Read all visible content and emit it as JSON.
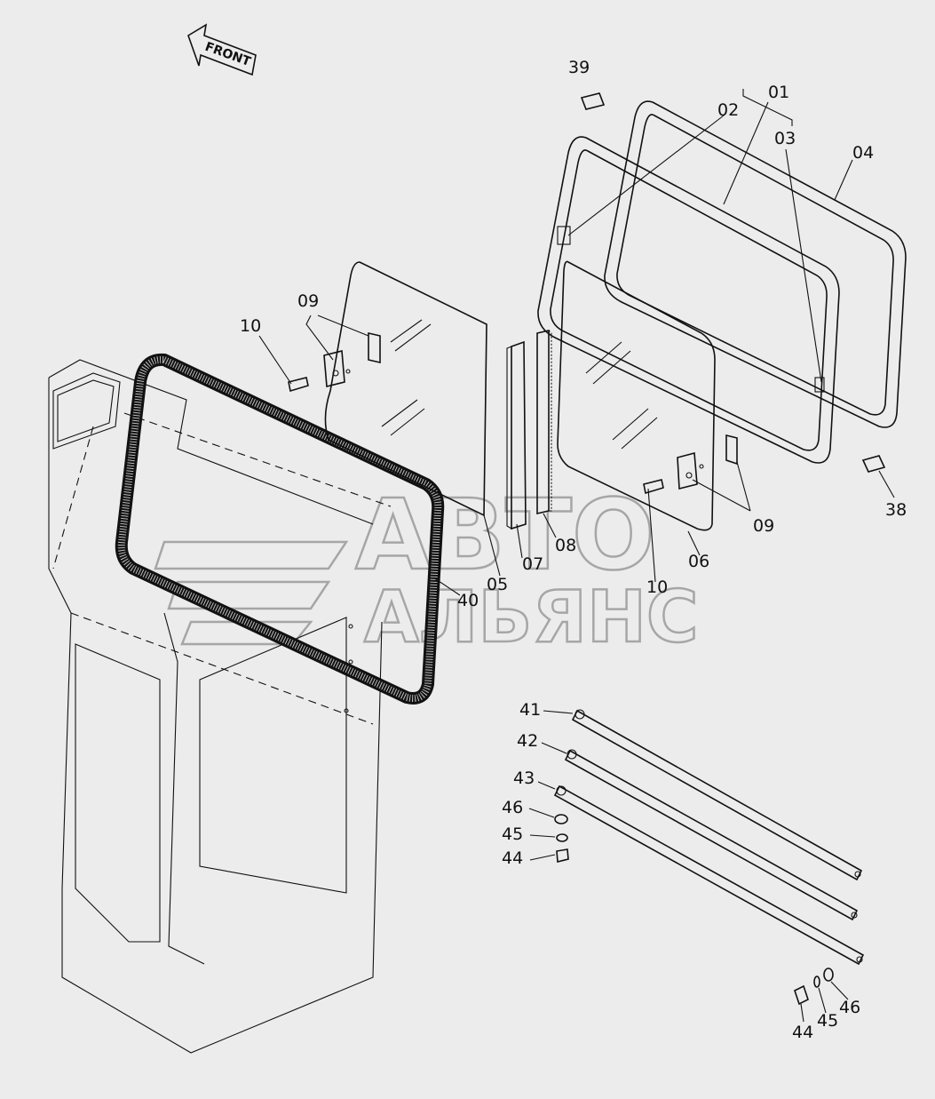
{
  "direction_marker": "FRONT",
  "watermark": {
    "line1": "АВТО",
    "line2": "АЛЬЯНС"
  },
  "callouts": [
    "39",
    "01",
    "02",
    "03",
    "04",
    "09",
    "10",
    "05",
    "07",
    "08",
    "09",
    "10",
    "06",
    "38",
    "40",
    "41",
    "42",
    "43",
    "46",
    "45",
    "44",
    "44",
    "45",
    "46"
  ]
}
